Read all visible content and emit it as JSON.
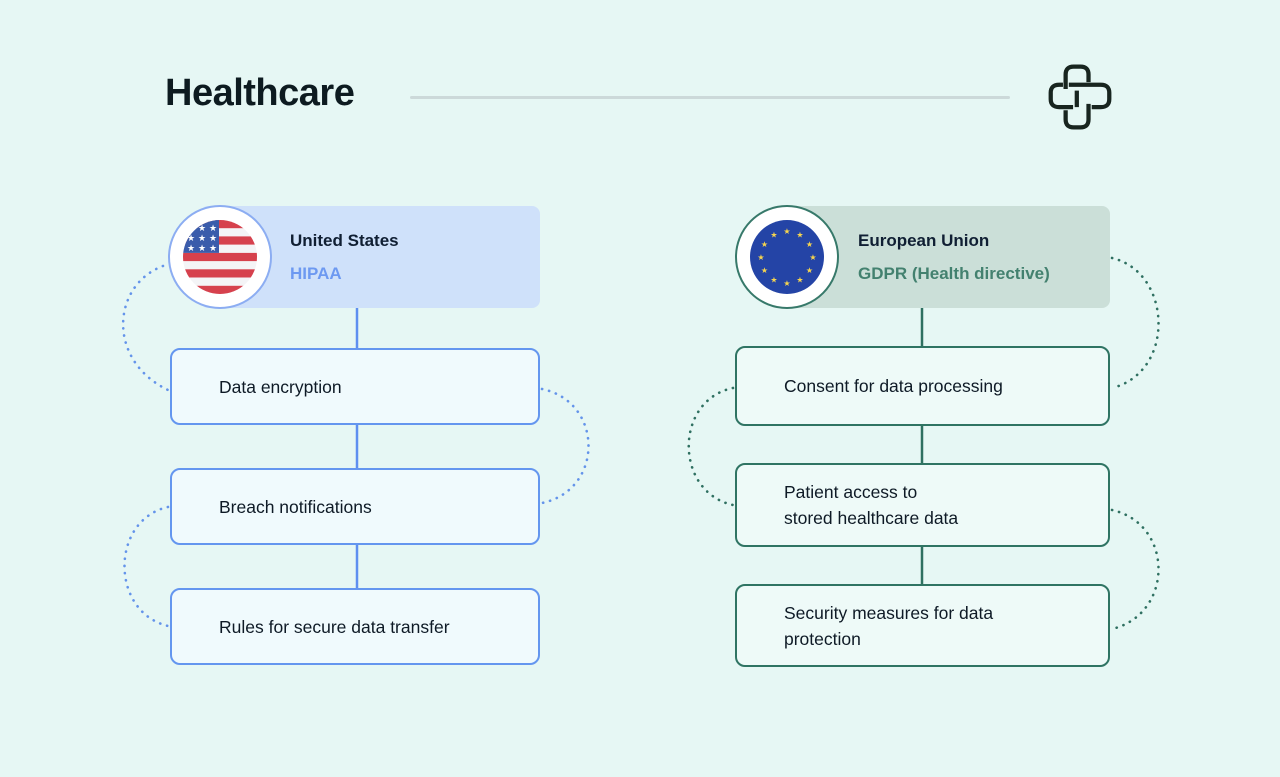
{
  "header": {
    "title": "Healthcare"
  },
  "icons": {
    "logo": "interlocked-medical-cross",
    "us_flag": "us-flag-roundel",
    "eu_flag": "eu-flag-roundel"
  },
  "columns": [
    {
      "country": "United States",
      "regulation": "HIPAA",
      "items": [
        "Data encryption",
        "Breach notifications",
        "Rules for secure data transfer"
      ]
    },
    {
      "country": "European Union",
      "regulation": "GDPR (Health directive)",
      "items": [
        "Consent for data processing",
        "Patient access to\nstored healthcare data",
        "Security measures for data\nprotection"
      ]
    }
  ],
  "colors": {
    "background": "#e6f7f4",
    "text_dark": "#0e1a26",
    "divider": "#ccd9d9",
    "us_accent": "#5e8ff0",
    "us_card_fill": "#cfe1fa",
    "us_regulation_text": "#6d99f1",
    "eu_accent": "#2e7060",
    "eu_card_fill": "#cbdfd8",
    "eu_regulation_text": "#43816f"
  }
}
